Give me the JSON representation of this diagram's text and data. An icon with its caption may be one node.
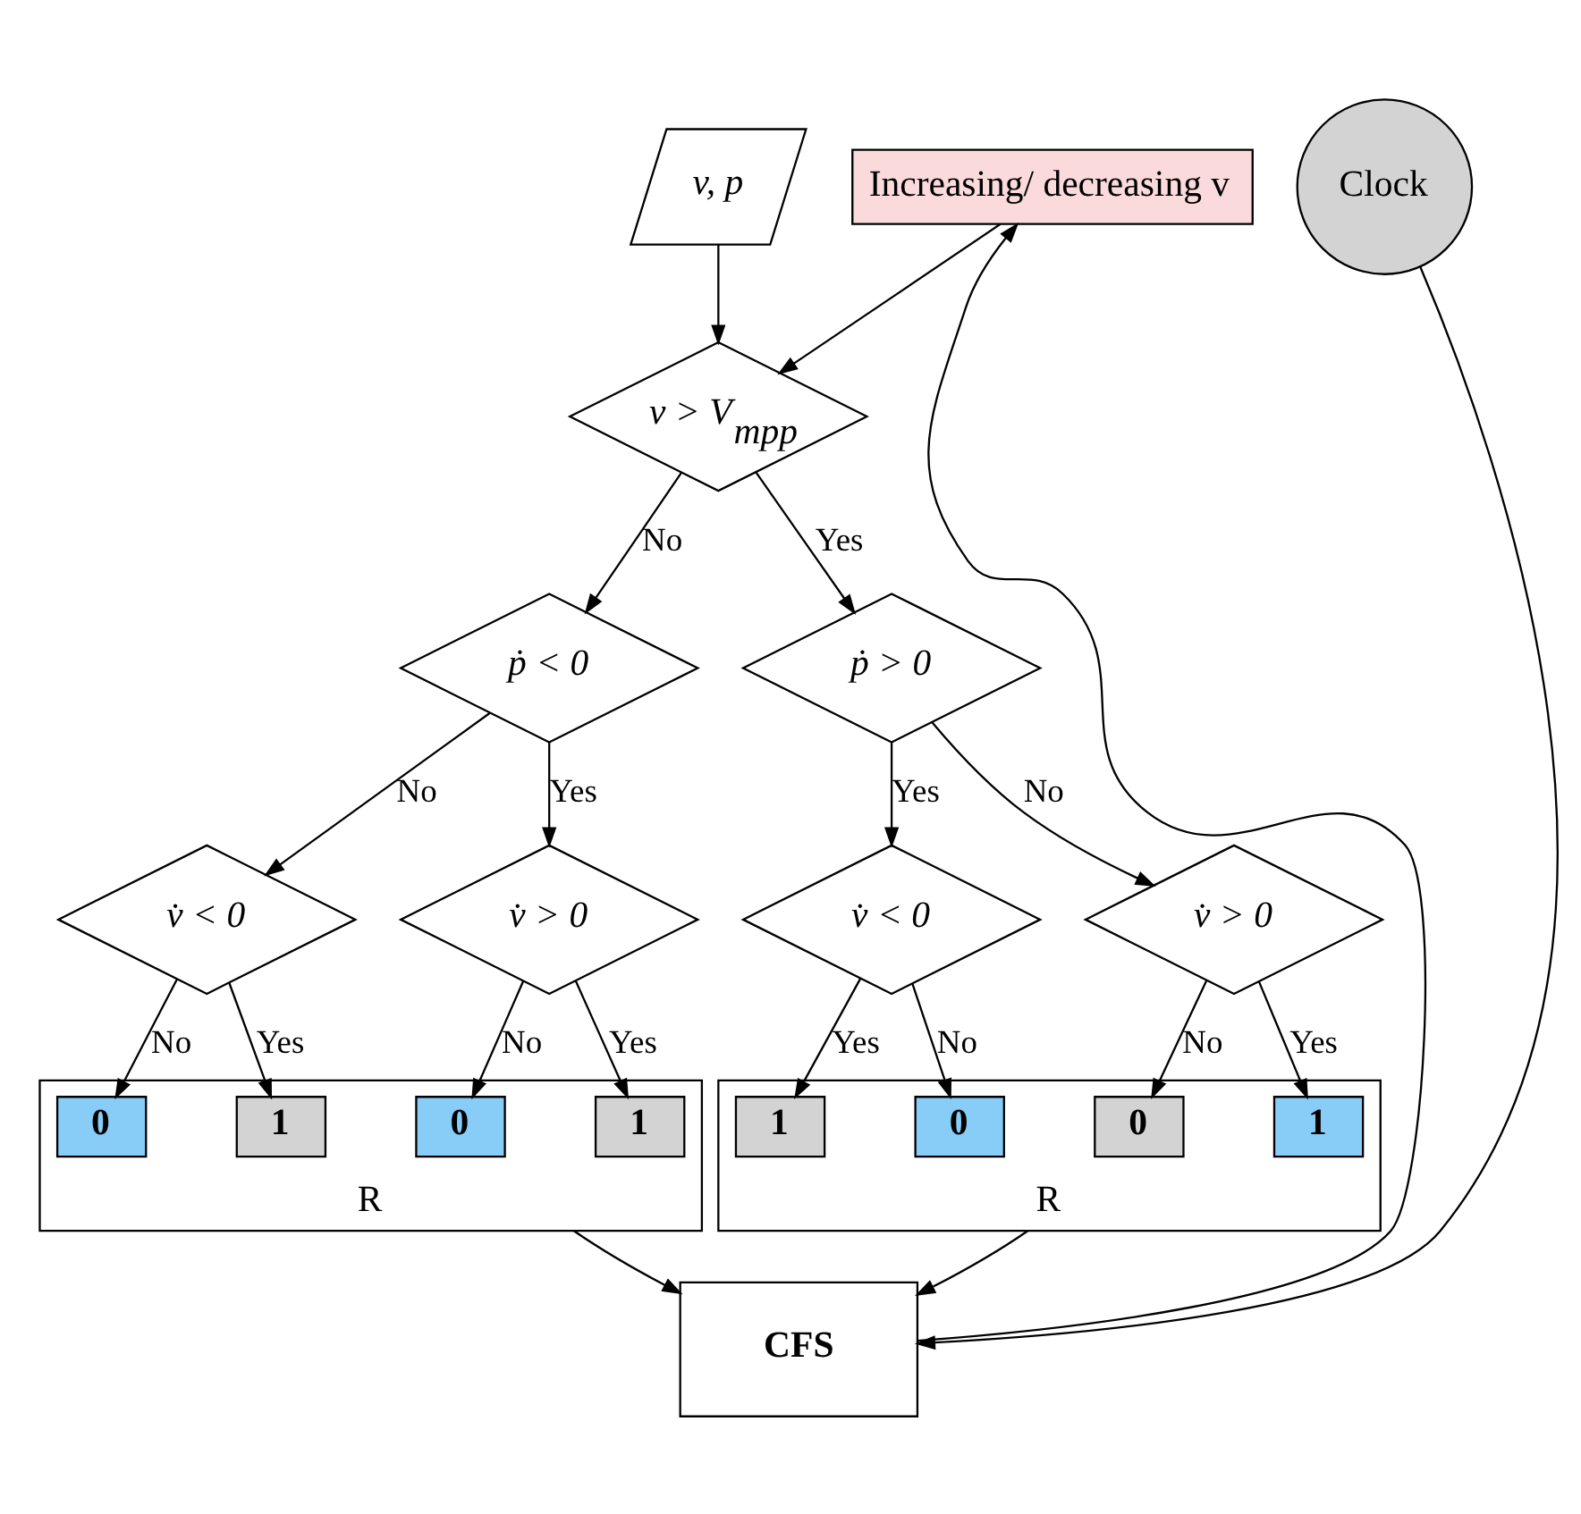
{
  "diagram": {
    "nodes": [
      {
        "text": [
          "v, p"
        ]
      },
      {
        "text": [
          "v > V$_{mpp}$"
        ]
      },
      {
        "text": [
          "ṗ < 0"
        ]
      },
      {
        "text": [
          "v̇ < 0"
        ]
      },
      {
        "text": [
          "v̇ > 0"
        ]
      },
      {
        "text": [
          "R"
        ]
      },
      {
        "text": [
          "0"
        ],
        "in": 5
      },
      {
        "text": [
          "1"
        ],
        "in": 5
      },
      {
        "text": [
          "0"
        ],
        "in": 5
      },
      {
        "text": [
          "1"
        ],
        "in": 5
      },
      {
        "text": [
          "ṗ > 0"
        ]
      },
      {
        "text": [
          "v̇ < 0"
        ]
      },
      {
        "text": [
          "v̇ > 0"
        ]
      },
      {
        "text": [
          "R"
        ]
      },
      {
        "text": [
          "1"
        ],
        "in": 13
      },
      {
        "text": [
          "0"
        ],
        "in": 13
      },
      {
        "text": [
          "0"
        ],
        "in": 13
      },
      {
        "text": [
          "1"
        ],
        "in": 13
      },
      {
        "text": [
          "Increasing/ decreasing v"
        ]
      },
      {
        "text": [
          "CFS"
        ]
      },
      {
        "text": [
          "Clock"
        ]
      }
    ],
    "edges": [
      {
        "from": 0,
        "to": 1,
        "arrow": "to"
      },
      {
        "from": 1,
        "to": 2,
        "arrow": "to",
        "label": "No"
      },
      {
        "from": 1,
        "to": 10,
        "arrow": "to",
        "label": "Yes"
      },
      {
        "from": 2,
        "to": 3,
        "arrow": "to",
        "label": "No"
      },
      {
        "from": 2,
        "to": 4,
        "arrow": "to",
        "label": "Yes"
      },
      {
        "from": 3,
        "to": 6,
        "arrow": "to",
        "label": "No"
      },
      {
        "from": 3,
        "to": 7,
        "arrow": "to",
        "label": "Yes"
      },
      {
        "from": 4,
        "to": 8,
        "arrow": "to",
        "label": "No"
      },
      {
        "from": 4,
        "to": 9,
        "arrow": "to",
        "label": "Yes"
      },
      {
        "from": 10,
        "to": 11,
        "arrow": "to",
        "label": "Yes"
      },
      {
        "from": 10,
        "to": 12,
        "arrow": "to",
        "label": "No"
      },
      {
        "from": 11,
        "to": 14,
        "arrow": "to",
        "label": "Yes"
      },
      {
        "from": 11,
        "to": 15,
        "arrow": "to",
        "label": "No"
      },
      {
        "from": 12,
        "to": 16,
        "arrow": "to",
        "label": "No"
      },
      {
        "from": 12,
        "to": 17,
        "arrow": "to",
        "label": "Yes"
      },
      {
        "from": 5,
        "to": 19,
        "arrow": "to"
      },
      {
        "from": 13,
        "to": 19,
        "arrow": "to"
      },
      {
        "from": 20,
        "to": 19,
        "arrow": "to"
      },
      {
        "from": 19,
        "to": 18,
        "arrow": "to"
      },
      {
        "from": 18,
        "to": 1,
        "arrow": "to"
      }
    ]
  }
}
